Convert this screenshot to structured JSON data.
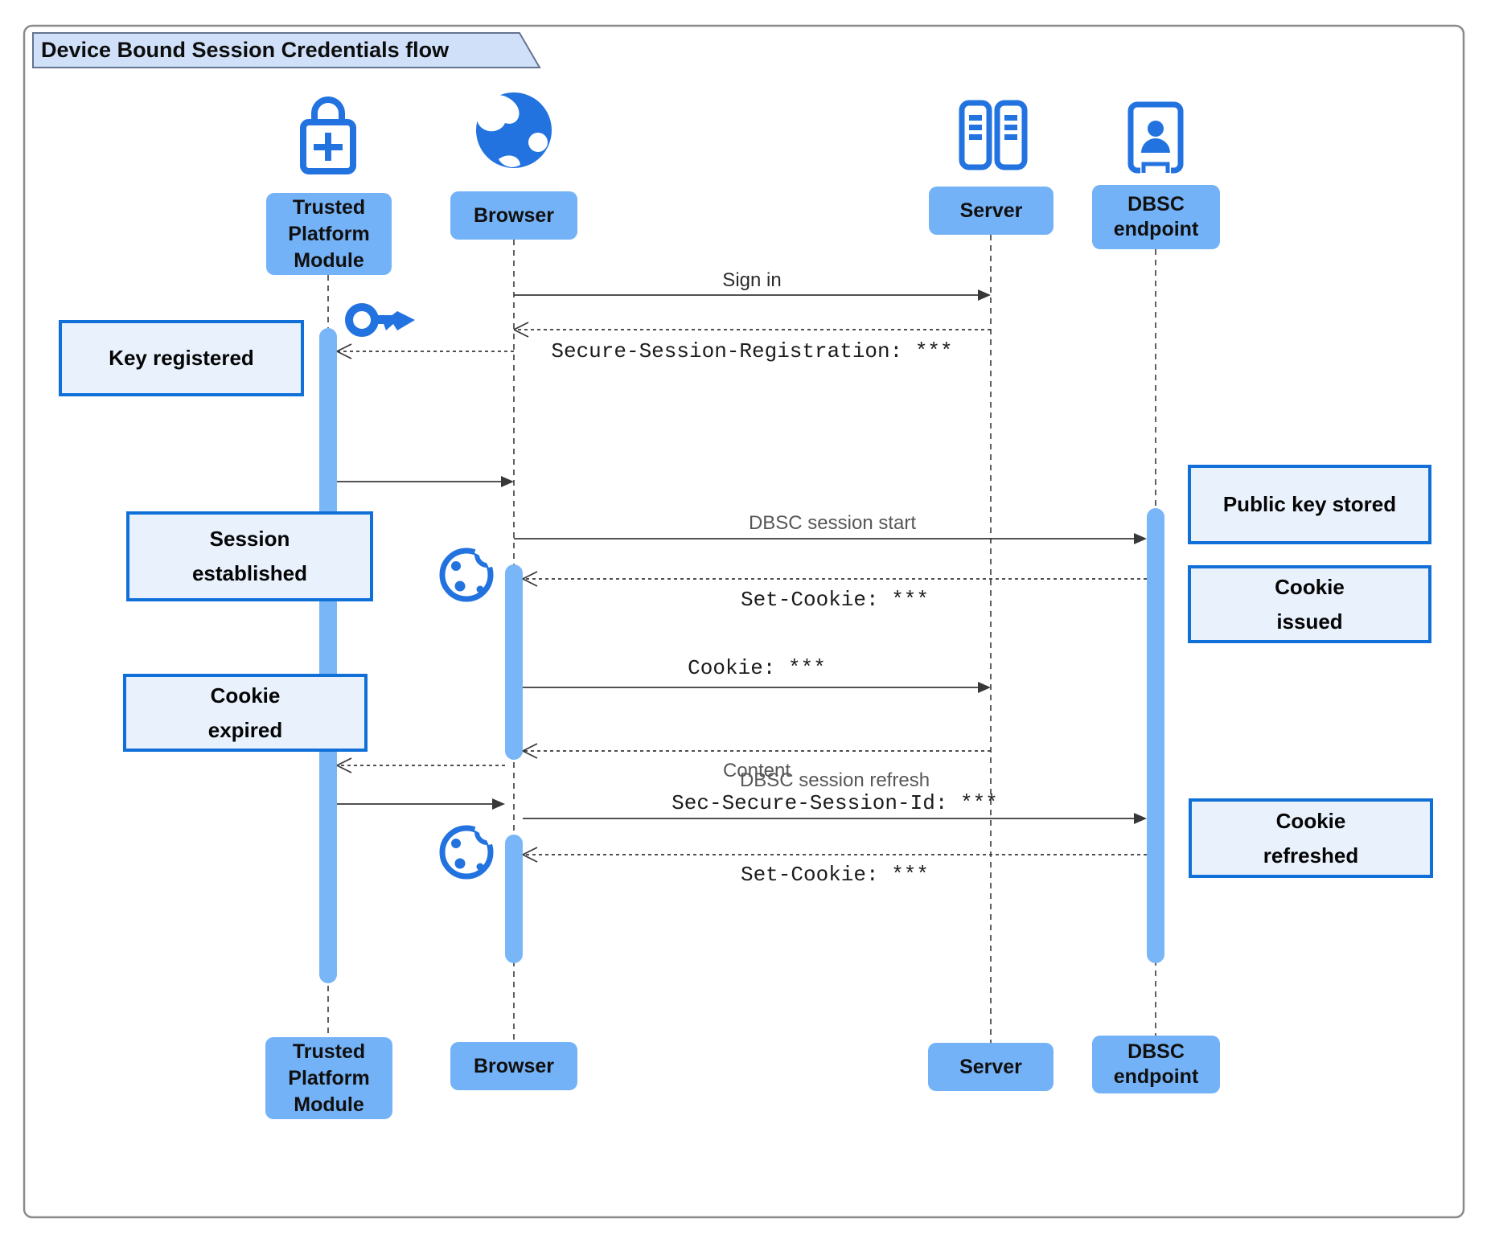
{
  "title": "Device Bound Session Credentials flow",
  "actors": [
    {
      "id": "tpm",
      "label": "Trusted\nPlatform\nModule",
      "icon": "lock-plus-icon"
    },
    {
      "id": "browser",
      "label": "Browser",
      "icon": "globe-icon"
    },
    {
      "id": "server",
      "label": "Server",
      "icon": "server-rack-icon"
    },
    {
      "id": "dbsc",
      "label": "DBSC\nendpoint",
      "icon": "door-user-icon"
    }
  ],
  "messages": {
    "sign_in": "Sign in",
    "secure_session_registration": "Secure-Session-Registration: ***",
    "dbsc_session_start": "DBSC session start",
    "set_cookie_1": "Set-Cookie: ***",
    "cookie": "Cookie: ***",
    "content": "Content",
    "dbsc_session_refresh": "DBSC session refresh",
    "sec_secure_session_id": "Sec-Secure-Session-Id: ***",
    "set_cookie_2": "Set-Cookie: ***"
  },
  "notes": {
    "key_registered": "Key registered",
    "session_established": "Session\nestablished",
    "cookie_expired": "Cookie\nexpired",
    "public_key_stored": "Public key stored",
    "cookie_issued": "Cookie\nissued",
    "cookie_refreshed": "Cookie\nrefreshed"
  },
  "icons": {
    "tpm": "lock-plus-icon",
    "browser": "globe-icon",
    "server": "server-rack-icon",
    "dbsc": "door-user-icon",
    "key": "key-icon",
    "cookie": "cookie-icon"
  },
  "colors": {
    "icon_blue": "#2273df",
    "actor_fill": "#74b2f7",
    "bar_fill": "#79b6f8",
    "note_fill": "#e9f1fd",
    "note_border": "#1170d8",
    "title_fill": "#cfe0f8",
    "title_border": "#64748f",
    "line_dark": "#383838",
    "lifeline": "#454545"
  }
}
